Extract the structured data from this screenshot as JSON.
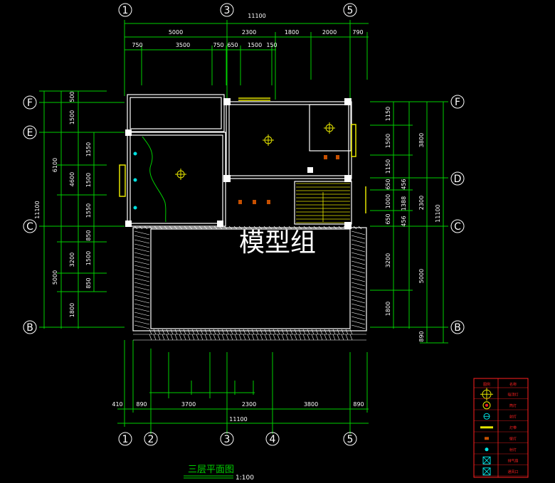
{
  "colors": {
    "bg": "#000000",
    "dim": "#00d000",
    "wall": "#ffffff",
    "axis": "#ffffff",
    "yellow": "#e6e600",
    "red": "#ff2020",
    "cyan": "#00e0e0",
    "accent": "#ffff00"
  },
  "grid_labels": {
    "top": [
      "1",
      "3",
      "5"
    ],
    "bottom": [
      "1",
      "2",
      "3",
      "4",
      "5"
    ],
    "left": [
      "F",
      "E",
      "C",
      "B"
    ],
    "right": [
      "F",
      "D",
      "C",
      "B"
    ]
  },
  "top_dims": {
    "total": "11100",
    "row1": [
      "5000",
      "2300",
      "1800",
      "2000",
      "790"
    ],
    "row2": [
      "750",
      "3500",
      "750",
      "650",
      "1500",
      "150"
    ]
  },
  "bottom_dims": {
    "total": "11100",
    "row": [
      "410",
      "890",
      "3700",
      "2300",
      "3800",
      "890"
    ]
  },
  "left_dims": {
    "total": "11100",
    "col1": [
      "6100",
      "5000"
    ],
    "col2": [
      "500",
      "1500",
      "4600",
      "3200",
      "1800"
    ],
    "col3": [
      "1550",
      "1500",
      "1550",
      "850",
      "1500",
      "850"
    ]
  },
  "right_dims": {
    "total": "11100",
    "col1": [
      "3800",
      "2300",
      "5000",
      "890"
    ],
    "col2": [
      "1150",
      "1500",
      "1150",
      "650",
      "1000",
      "650",
      "3200",
      "1800"
    ],
    "col3": [
      "456",
      "1388",
      "456"
    ]
  },
  "watermark": "模型组",
  "drawing_title": "三层平面图",
  "scale": "1:100",
  "legend": {
    "headers": [
      "图例",
      "名称"
    ],
    "rows": [
      {
        "icon": "ceiling-light-large-icon",
        "label": "吸顶灯"
      },
      {
        "icon": "ceiling-light-icon",
        "label": "筒灯"
      },
      {
        "icon": "downlight-icon",
        "label": "射灯"
      },
      {
        "icon": "strip-light-icon",
        "label": "灯带"
      },
      {
        "icon": "wall-lamp-icon",
        "label": "壁灯"
      },
      {
        "icon": "spot-icon",
        "label": "射灯"
      },
      {
        "icon": "exhaust-fan-icon",
        "label": "排气扇"
      },
      {
        "icon": "vent-icon",
        "label": "通风口"
      }
    ]
  }
}
